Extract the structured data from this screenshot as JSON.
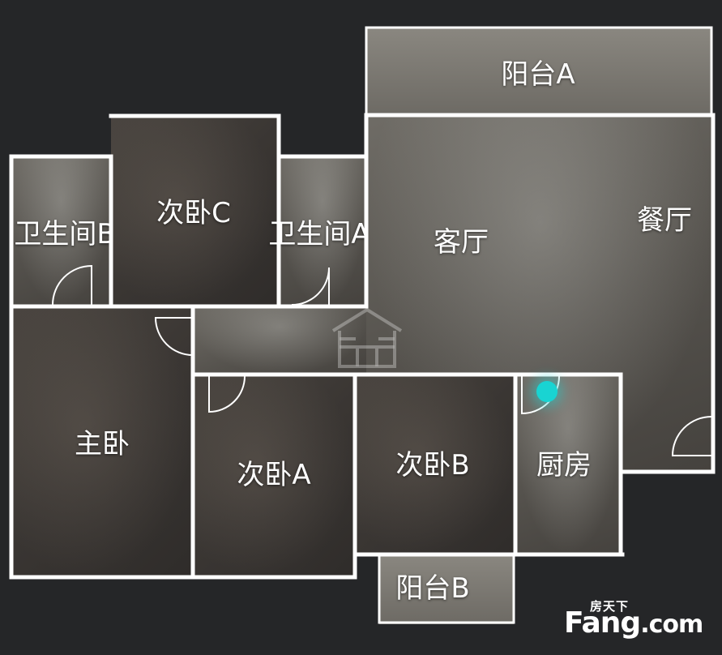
{
  "floor_plan": {
    "rooms": [
      {
        "id": "balcony-a",
        "label": "阳台A"
      },
      {
        "id": "bathroom-b",
        "label": "卫生间B"
      },
      {
        "id": "second-bedroom-c",
        "label": "次卧C"
      },
      {
        "id": "bathroom-a",
        "label": "卫生间A"
      },
      {
        "id": "living-room",
        "label": "客厅"
      },
      {
        "id": "dining-room",
        "label": "餐厅"
      },
      {
        "id": "master-bedroom",
        "label": "主卧"
      },
      {
        "id": "second-bedroom-a",
        "label": "次卧A"
      },
      {
        "id": "second-bedroom-b",
        "label": "次卧B"
      },
      {
        "id": "kitchen",
        "label": "厨房"
      },
      {
        "id": "balcony-b",
        "label": "阳台B"
      }
    ],
    "position_marker_color": "#19d4d2",
    "wall_color": "#ffffff"
  },
  "watermark": {
    "icon": "house-icon"
  },
  "branding": {
    "chinese": "房天下",
    "english_main": "Fang",
    "english_dot": ".com",
    "icon": "fang-logo"
  }
}
